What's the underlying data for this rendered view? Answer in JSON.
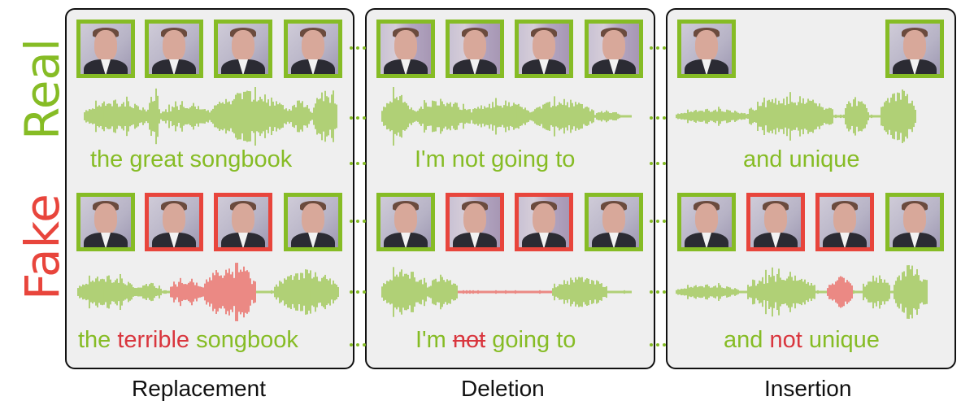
{
  "row_labels": {
    "real": "Real",
    "fake": "Fake"
  },
  "colors": {
    "real": "#86bc25",
    "fake": "#e8453c",
    "panel_bg": "#efefef"
  },
  "panels": [
    {
      "caption": "Replacement",
      "real_text": "the great songbook",
      "fake_text": {
        "before": "the ",
        "changed": "terrible",
        "after": " songbook"
      },
      "real_frames": [
        "ok",
        "ok",
        "ok",
        "ok"
      ],
      "fake_frames": [
        "ok",
        "bad",
        "bad",
        "ok"
      ]
    },
    {
      "caption": "Deletion",
      "real_text": "I'm not going to",
      "fake_text": {
        "before": "I'm ",
        "changed": "not",
        "after": " going to"
      },
      "real_frames": [
        "ok",
        "ok",
        "ok",
        "ok"
      ],
      "fake_frames": [
        "ok",
        "bad",
        "bad",
        "ok"
      ]
    },
    {
      "caption": "Insertion",
      "real_text": "and unique",
      "fake_text": {
        "before": "and ",
        "changed": "not",
        "after": " unique"
      },
      "real_frames": [
        "ok",
        "ok"
      ],
      "fake_frames": [
        "ok",
        "bad",
        "bad",
        "ok"
      ]
    }
  ]
}
